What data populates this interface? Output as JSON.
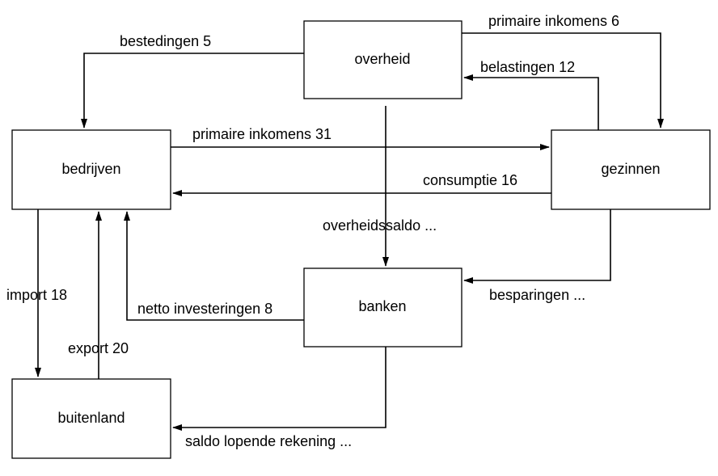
{
  "nodes": {
    "overheid": "overheid",
    "bedrijven": "bedrijven",
    "gezinnen": "gezinnen",
    "banken": "banken",
    "buitenland": "buitenland"
  },
  "flows": {
    "bestedingen": "bestedingen 5",
    "primaire_inkomens_overheid": "primaire inkomens 6",
    "belastingen": "belastingen 12",
    "primaire_inkomens_bedrijven": "primaire inkomens 31",
    "consumptie": "consumptie 16",
    "overheidssaldo": "overheidssaldo ...",
    "besparingen": "besparingen ...",
    "netto_investeringen": "netto investeringen 8",
    "import": "import 18",
    "export": "export 20",
    "saldo_lopende_rekening": "saldo lopende rekening ..."
  }
}
